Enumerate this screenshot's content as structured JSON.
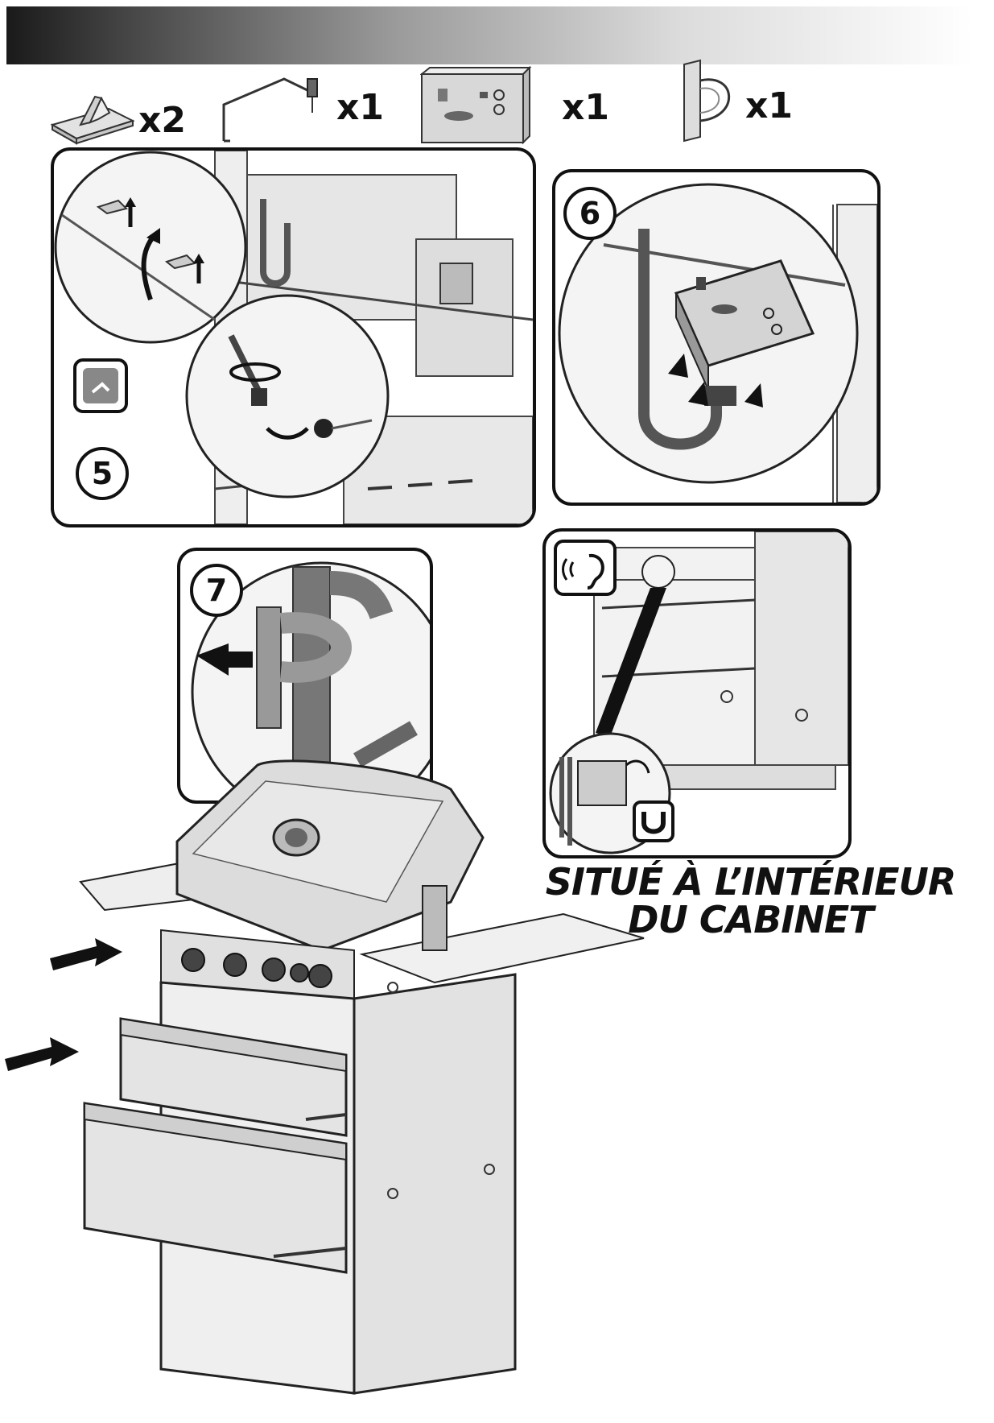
{
  "parts": [
    {
      "qty": "x2",
      "icon": "bracket-clip-icon"
    },
    {
      "qty": "x1",
      "icon": "wire-rod-icon"
    },
    {
      "qty": "x1",
      "icon": "control-box-icon"
    },
    {
      "qty": "x1",
      "icon": "hose-clip-icon"
    }
  ],
  "steps": {
    "s5": "5",
    "s6": "6",
    "s7": "7"
  },
  "callout": {
    "line1": "SITUÉ À L’INTÉRIEUR",
    "line2": "DU CABINET"
  },
  "colors": {
    "outline": "#111111",
    "metal": "#d6d6d6",
    "dark": "#555555"
  }
}
